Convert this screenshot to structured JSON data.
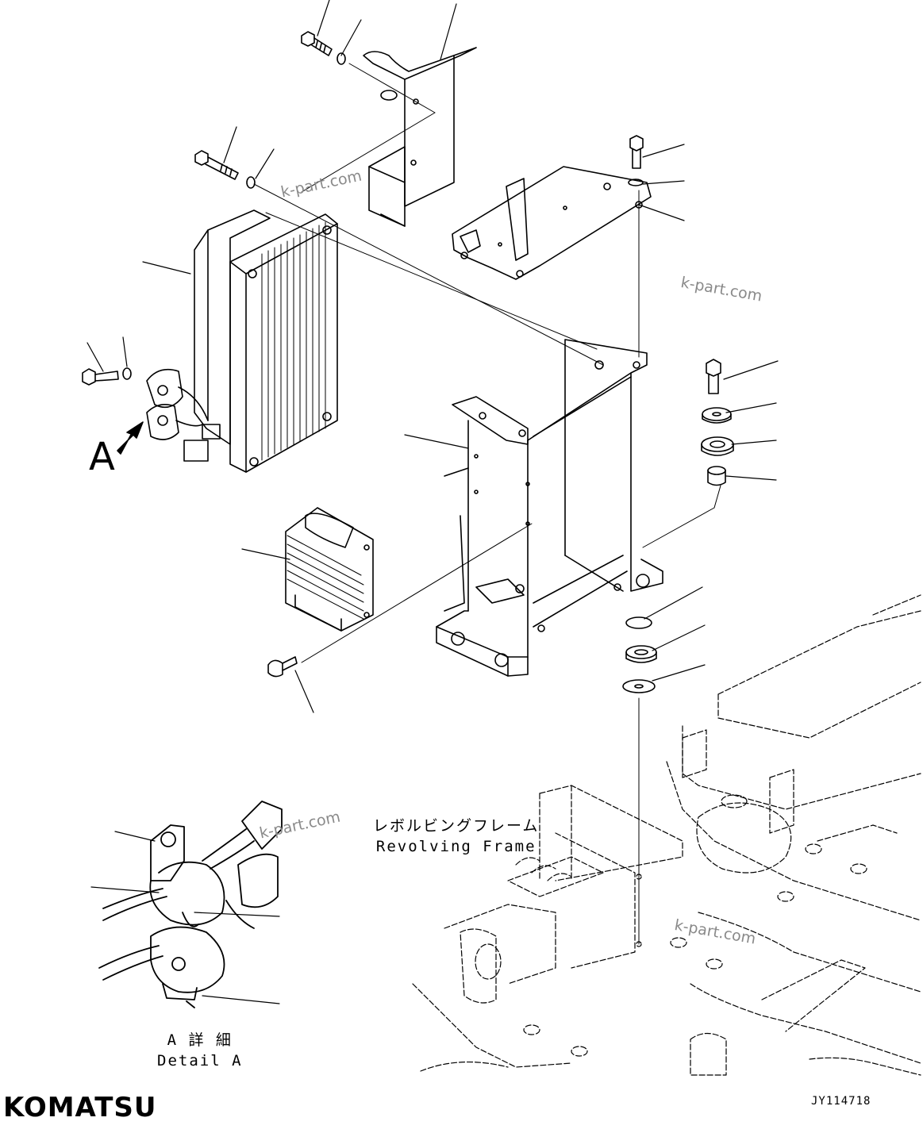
{
  "labels": {
    "frame_jp": "レボルビングフレーム",
    "frame_en": "Revolving Frame",
    "detail_jp": "A 詳 細",
    "detail_en": "Detail A",
    "view_letter": "A"
  },
  "watermarks": [
    "k-part.com",
    "k-part.com",
    "k-part.com",
    "k-part.com"
  ],
  "brand": "KOMATSU",
  "drawing_id": "JY114718"
}
